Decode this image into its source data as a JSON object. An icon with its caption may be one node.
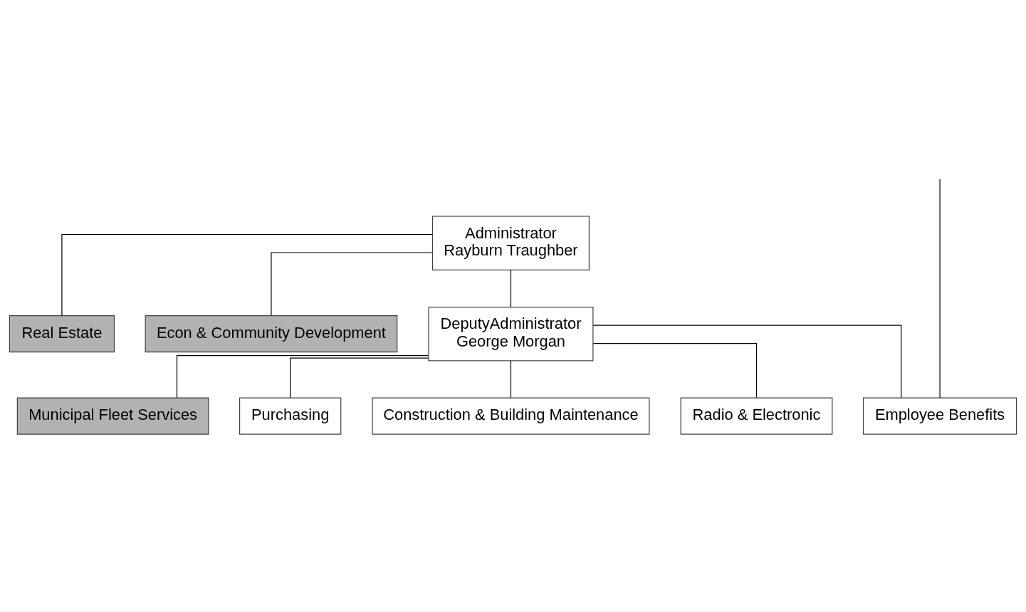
{
  "diagram": {
    "nodes": [
      {
        "text": [
          "Administrator",
          "Rayburn Traughber"
        ]
      },
      {
        "text": [
          "Econ & Community Development"
        ]
      },
      {
        "text": [
          "Real Estate"
        ]
      },
      {
        "text": [
          "DeputyAdministrator",
          "George Morgan"
        ]
      },
      {
        "text": [
          "Municipal Fleet Services"
        ]
      },
      {
        "text": [
          "Employee Benefits"
        ]
      },
      {
        "text": [
          "Purchasing"
        ]
      },
      {
        "text": [
          "Construction & Building Maintenance"
        ]
      },
      {
        "text": [
          "Radio & Electronic"
        ]
      }
    ],
    "edges": [
      {
        "from": 0,
        "to": 1,
        "arrow": "none"
      },
      {
        "from": 0,
        "to": 2,
        "arrow": "none"
      },
      {
        "from": 0,
        "to": 3,
        "arrow": "none"
      },
      {
        "from": 3,
        "to": 4,
        "arrow": "none"
      },
      {
        "from": 3,
        "to": 5,
        "arrow": "none"
      },
      {
        "from": 3,
        "to": 6,
        "arrow": "none"
      },
      {
        "from": 3,
        "to": 7,
        "arrow": "none"
      },
      {
        "from": 3,
        "to": 8,
        "arrow": "none"
      },
      {
        "from": null,
        "to": 5,
        "arrow": "none"
      }
    ]
  }
}
